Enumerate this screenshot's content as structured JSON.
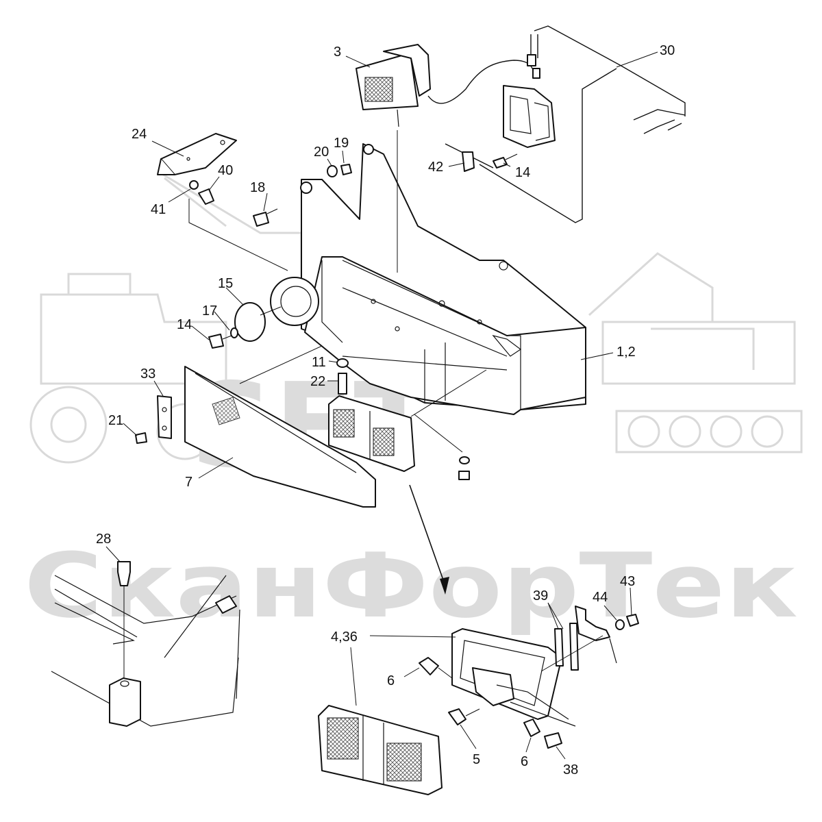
{
  "watermark": {
    "logo_text": "SFT",
    "brand_text": "СканФорТек"
  },
  "colors": {
    "line": "#111111",
    "watermark": "#dcdcdc",
    "background": "#ffffff"
  },
  "callouts": [
    {
      "id": "c-3",
      "text": "3"
    },
    {
      "id": "c-30",
      "text": "30"
    },
    {
      "id": "c-24",
      "text": "24"
    },
    {
      "id": "c-19",
      "text": "19"
    },
    {
      "id": "c-20",
      "text": "20"
    },
    {
      "id": "c-40",
      "text": "40"
    },
    {
      "id": "c-41",
      "text": "41"
    },
    {
      "id": "c-18",
      "text": "18"
    },
    {
      "id": "c-42",
      "text": "42"
    },
    {
      "id": "c-14a",
      "text": "14"
    },
    {
      "id": "c-15",
      "text": "15"
    },
    {
      "id": "c-17",
      "text": "17"
    },
    {
      "id": "c-14b",
      "text": "14"
    },
    {
      "id": "c-1-2",
      "text": "1,2"
    },
    {
      "id": "c-11",
      "text": "11"
    },
    {
      "id": "c-22",
      "text": "22"
    },
    {
      "id": "c-33",
      "text": "33"
    },
    {
      "id": "c-21",
      "text": "21"
    },
    {
      "id": "c-7",
      "text": "7"
    },
    {
      "id": "c-28",
      "text": "28"
    },
    {
      "id": "c-39",
      "text": "39"
    },
    {
      "id": "c-44",
      "text": "44"
    },
    {
      "id": "c-43",
      "text": "43"
    },
    {
      "id": "c-4-36",
      "text": "4,36"
    },
    {
      "id": "c-6a",
      "text": "6"
    },
    {
      "id": "c-5",
      "text": "5"
    },
    {
      "id": "c-6b",
      "text": "6"
    },
    {
      "id": "c-38",
      "text": "38"
    }
  ]
}
